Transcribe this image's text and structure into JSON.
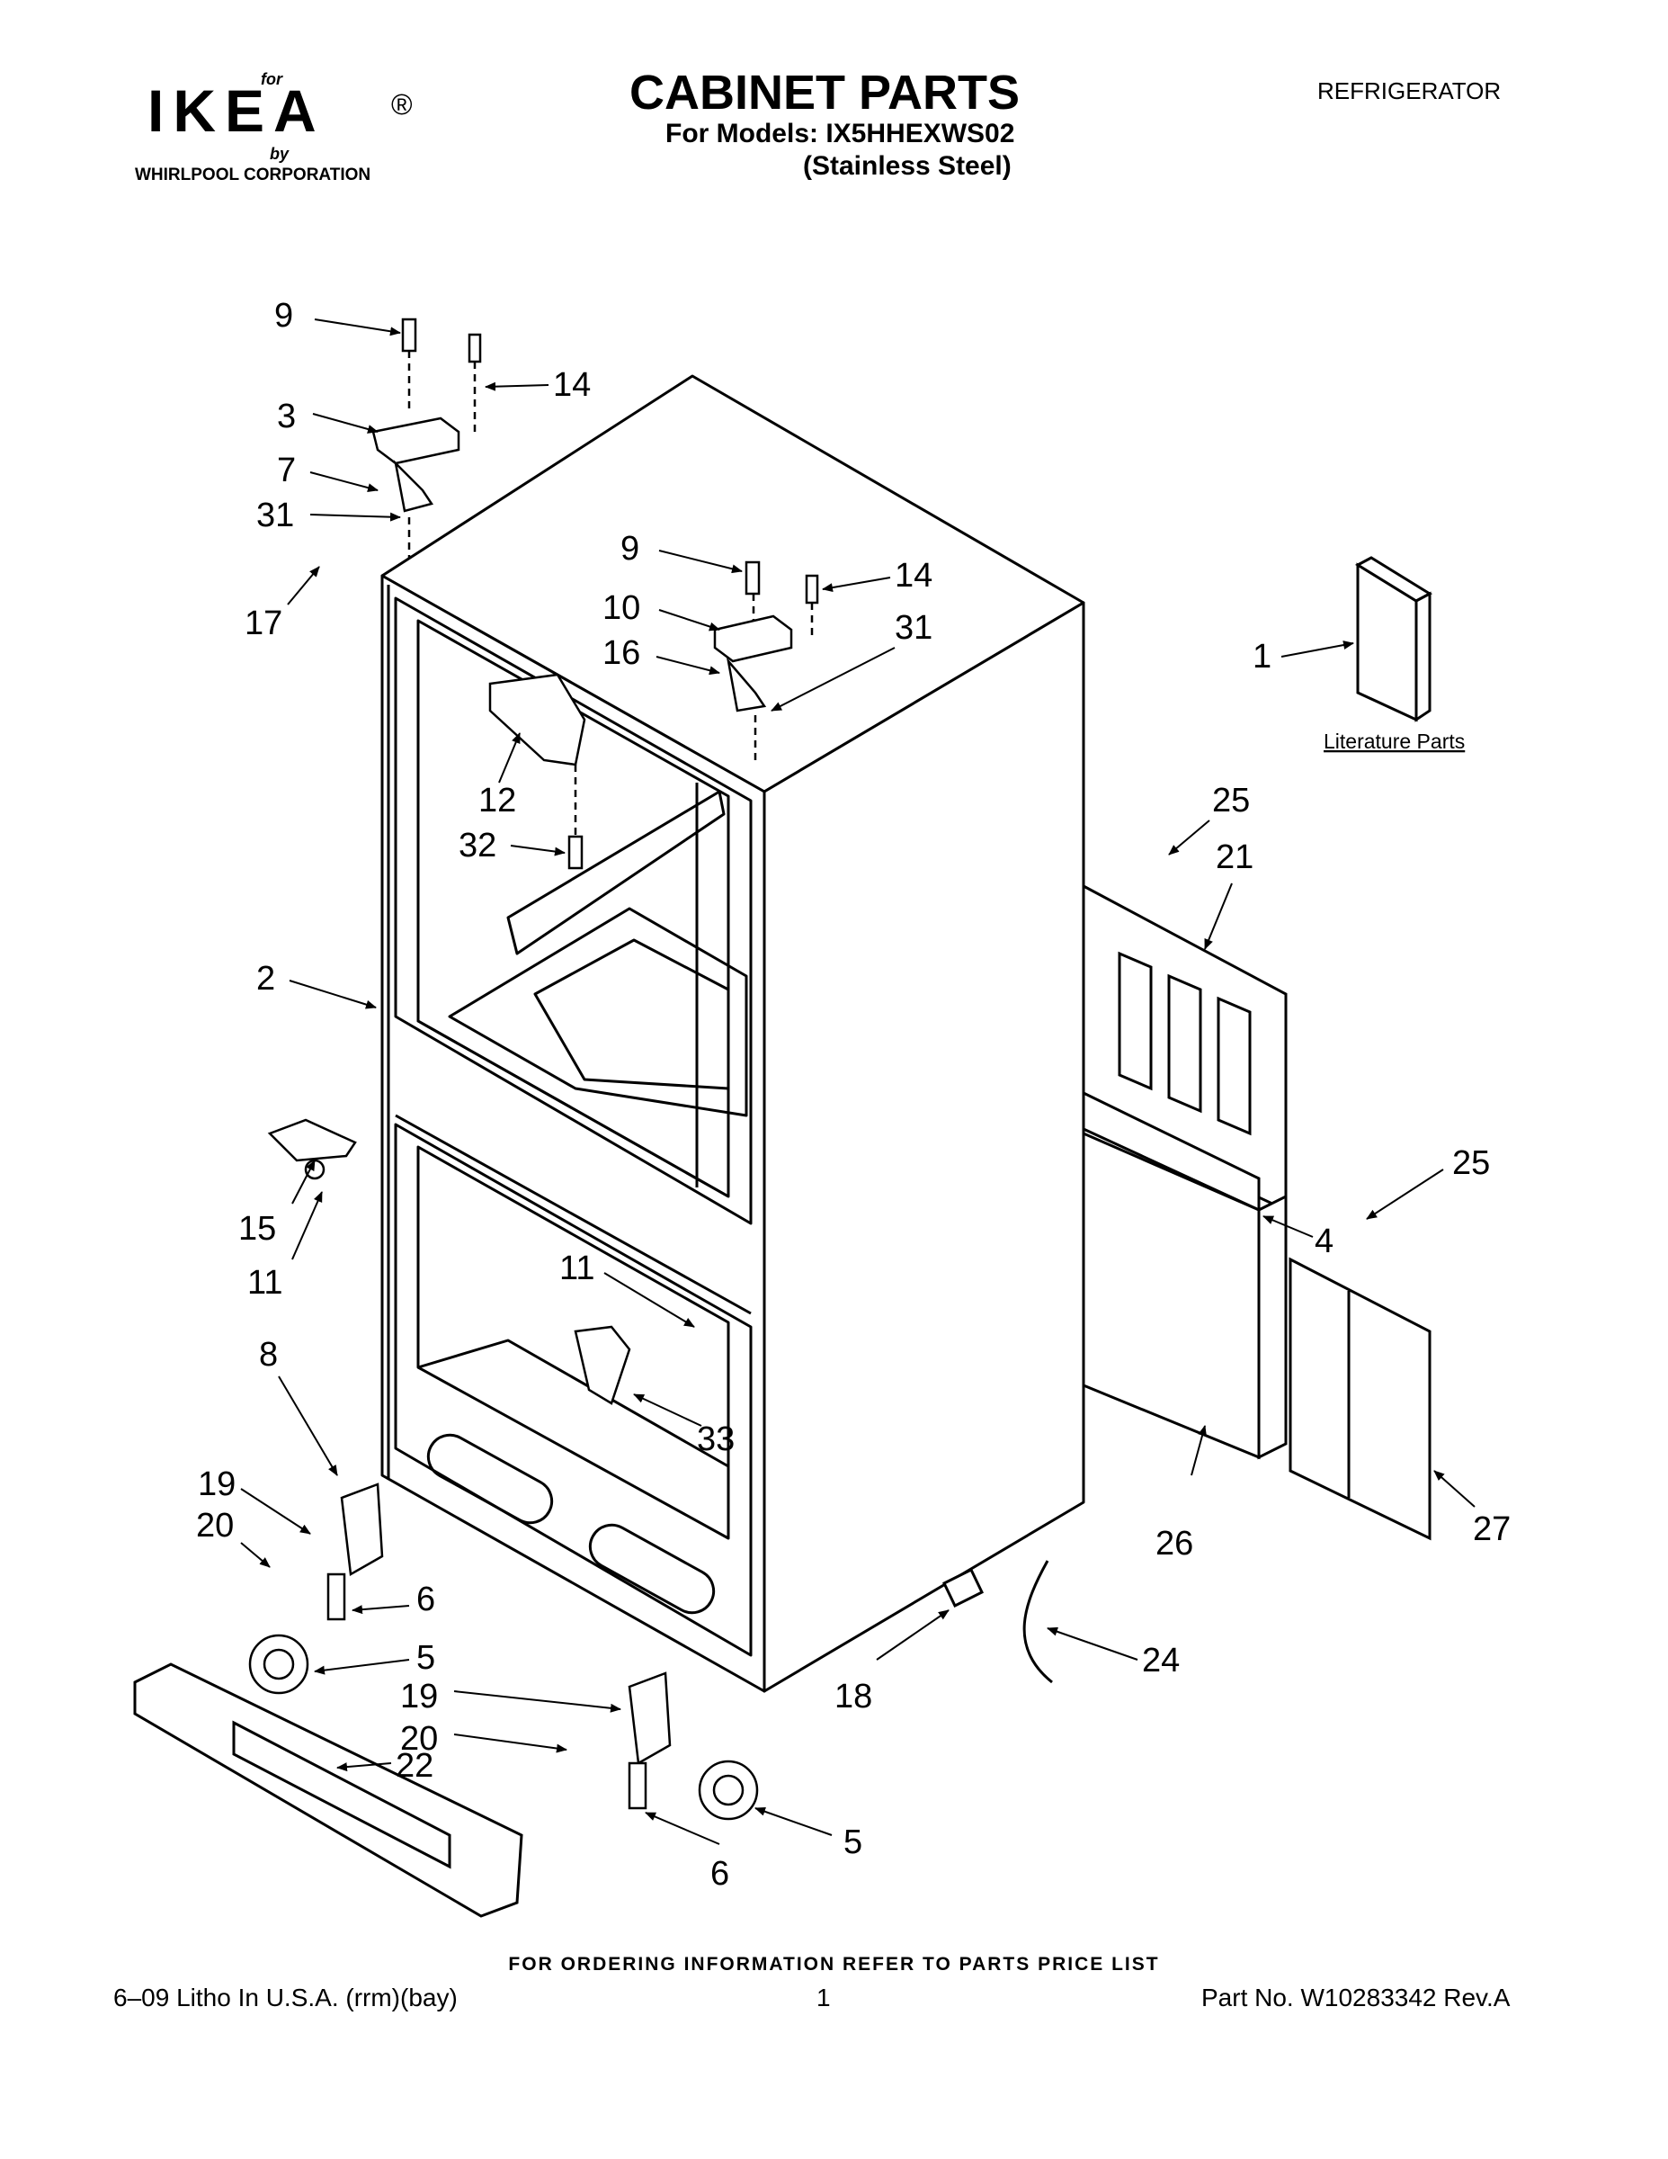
{
  "header": {
    "brand_for": "for",
    "brand": "IKEA",
    "brand_reg": "®",
    "brand_by": "by",
    "brand_corp": "WHIRLPOOL  CORPORATION",
    "title": "CABINET PARTS",
    "models": "For Models: IX5HHEXWS02",
    "finish": "(Stainless Steel)",
    "appliance": "REFRIGERATOR"
  },
  "diagram": {
    "literature_label": "Literature Parts",
    "callouts": [
      "9",
      "14",
      "3",
      "7",
      "31",
      "17",
      "9",
      "10",
      "14",
      "16",
      "31",
      "1",
      "12",
      "32",
      "25",
      "21",
      "2",
      "15",
      "11",
      "11",
      "25",
      "4",
      "8",
      "33",
      "19",
      "20",
      "26",
      "27",
      "6",
      "5",
      "19",
      "20",
      "18",
      "24",
      "22",
      "5",
      "6"
    ]
  },
  "footer": {
    "ordering_note": "FOR ORDERING INFORMATION REFER TO PARTS PRICE LIST",
    "litho": "6–09 Litho In U.S.A. (rrm)(bay)",
    "page": "1",
    "part_no": "Part No. W10283342 Rev.A"
  }
}
